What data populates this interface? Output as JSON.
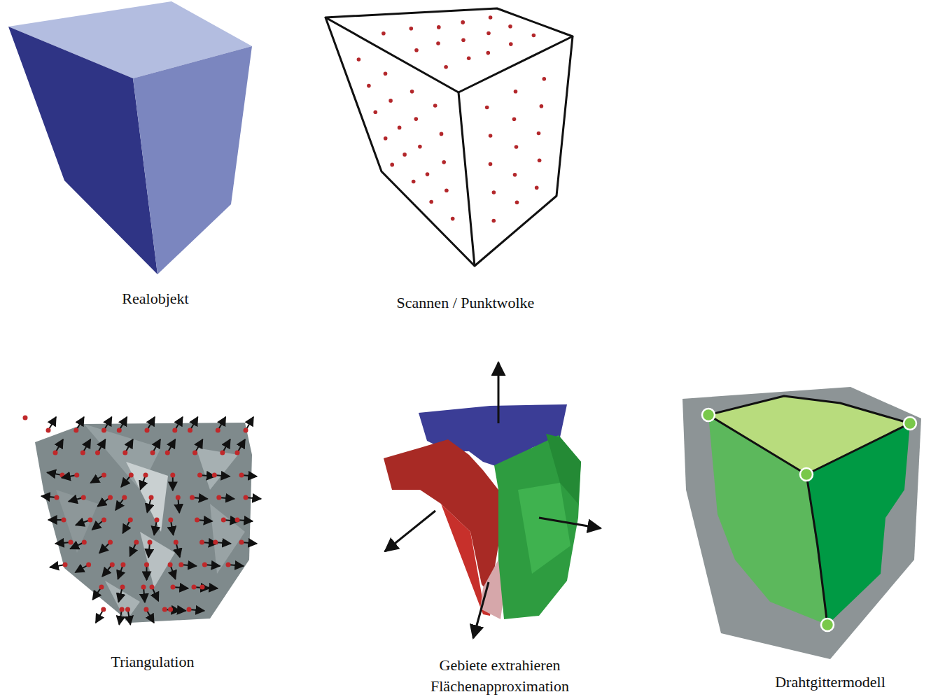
{
  "diagram": {
    "labels": [
      "Realobjekt",
      "Scannen / Punktwolke",
      "Triangulation",
      "Gebiete extrahieren Flächenapproximation",
      "Drahtgittermodell"
    ]
  }
}
